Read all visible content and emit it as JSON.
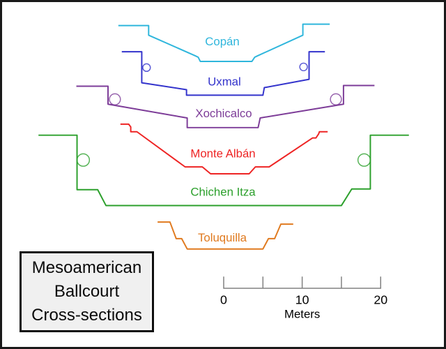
{
  "title_box": {
    "lines": [
      "Mesoamerican",
      "Ballcourt",
      "Cross-sections"
    ]
  },
  "sites": [
    {
      "name": "Copán",
      "color": "#2fb6dc"
    },
    {
      "name": "Uxmal",
      "color": "#3333cc"
    },
    {
      "name": "Xochicalco",
      "color": "#7d3c98"
    },
    {
      "name": "Monte Albán",
      "color": "#ee2424"
    },
    {
      "name": "Chichen Itza",
      "color": "#2ca02c"
    },
    {
      "name": "Toluquilla",
      "color": "#e07a1f"
    }
  ],
  "scale_bar": {
    "ticks": [
      "0",
      "10",
      "20"
    ],
    "unit": "Meters",
    "line_color": "#808080",
    "text_color": "#000000"
  }
}
